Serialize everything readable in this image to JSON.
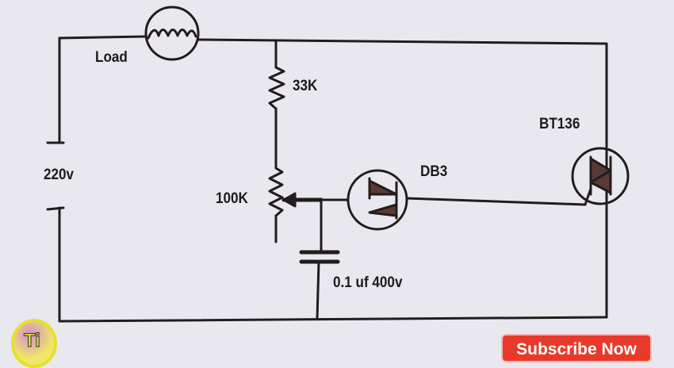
{
  "labels": {
    "load": "Load",
    "r1": "33K",
    "triac": "BT136",
    "source": "220v",
    "pot": "100K",
    "diac": "DB3",
    "capacitor": "0.1 uf 400v"
  },
  "logo": {
    "text": "Ti"
  },
  "subscribe_button": {
    "label": "Subscribe Now"
  },
  "colors": {
    "ink": "#231c1c",
    "paper": "#e9e8ef",
    "subscribe": "#e8392b"
  }
}
